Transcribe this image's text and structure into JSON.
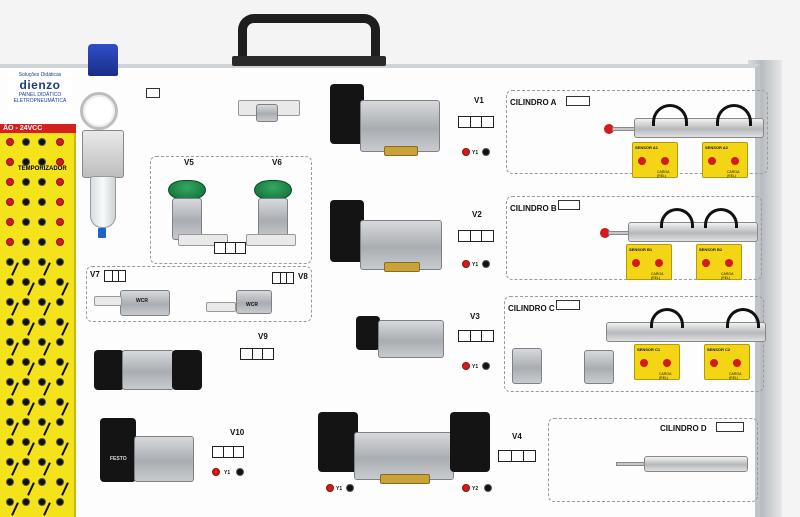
{
  "brand": {
    "tagline_1": "Soluções Didáticas",
    "name": "dienzo",
    "panel_line_1": "PAINEL DIDÁTICO",
    "panel_line_2": "ELETROPNEUMÁTICA"
  },
  "left_panel": {
    "voltage_label": "ÃO - 24VCC",
    "timer_label": "TEMPORIZADOR"
  },
  "valves": {
    "v1": "V1",
    "v2": "V2",
    "v3": "V3",
    "v4": "V4",
    "v5": "V5",
    "v6": "V6",
    "v7": "V7",
    "v8": "V8",
    "v9": "V9",
    "v10": "V10"
  },
  "terminals": {
    "y1": "Y1",
    "y2": "Y2"
  },
  "cylinders": {
    "a": "CILINDRO A",
    "b": "CILINDRO B",
    "c": "CILINDRO C",
    "d": "CILINDRO D"
  },
  "sensors": {
    "a1": "SENSOR A1",
    "a2": "SENSOR A2",
    "b1": "SENSOR B1",
    "b2": "SENSOR B2",
    "c1": "SENSOR C1",
    "c2": "SENSOR C2",
    "tag": "CARGA (REL)"
  },
  "part_labels": {
    "wcr": "WCR",
    "festo": "FESTO"
  },
  "colors": {
    "panel_yellow": "#f4e21a",
    "jack_red": "#d31b1b",
    "regulator_blue": "#2f4fc9",
    "button_green": "#1f8a48"
  }
}
